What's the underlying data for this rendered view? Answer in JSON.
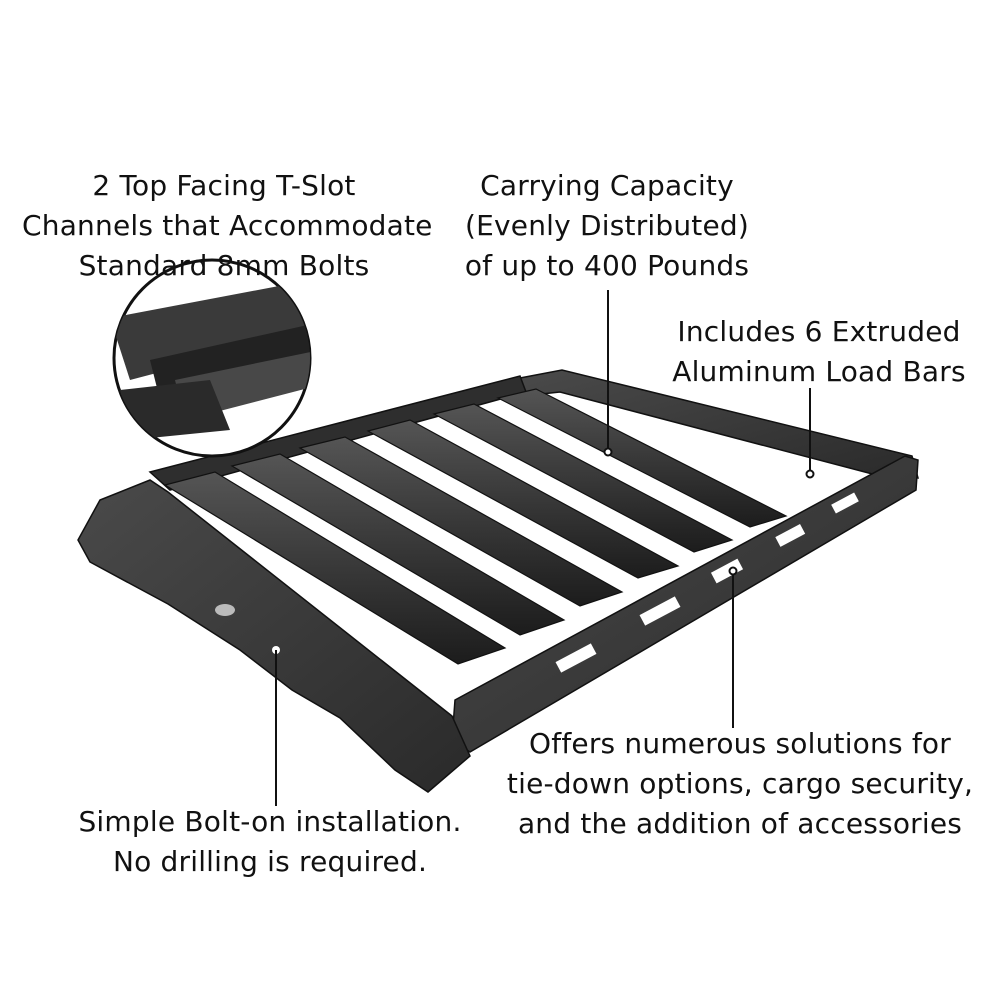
{
  "callouts": {
    "tslot": [
      "2 Top Facing T-Slot",
      "Channels that Accommodate",
      "Standard 8mm Bolts"
    ],
    "capacity": [
      "Carrying Capacity",
      "(Evenly Distributed)",
      "of up to 400 Pounds"
    ],
    "loadbars": [
      "Includes 6 Extruded",
      "Aluminum Load Bars"
    ],
    "tiedown": [
      "Offers numerous solutions for",
      "tie-down options, cargo security,",
      "and the addition of accessories"
    ],
    "install": [
      "Simple Bolt-on installation.",
      "No drilling is required."
    ]
  },
  "colors": {
    "rack": "#2a2a2a",
    "rack_highlight": "#4a4a4a",
    "leader": "#111111",
    "background": "#ffffff"
  }
}
